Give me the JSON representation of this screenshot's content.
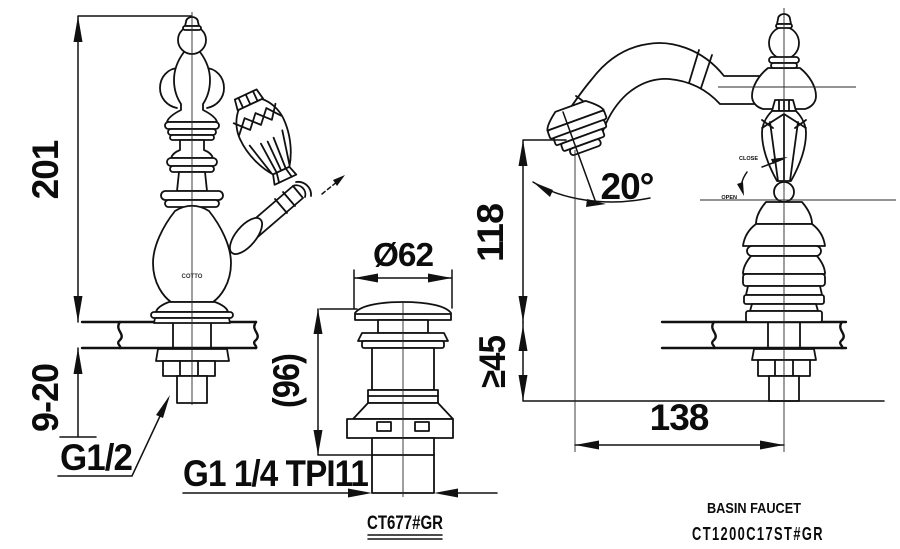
{
  "front_view": {
    "height_dim": "201",
    "deck_thickness_dim": "9-20",
    "inlet_thread_label": "G1/2",
    "brand_mark": "COTTO"
  },
  "drain_view": {
    "cap_diameter_dim": "Ø62",
    "body_height_dim": "(96)",
    "thread_label": "G1 1/4 TPI11",
    "model_code": "CT677#GR"
  },
  "side_view": {
    "spout_height_dim": "118",
    "spout_angle_dim": "20°",
    "min_clearance_dim": "≥45",
    "spout_reach_dim": "138",
    "close_label": "CLOSE",
    "open_label": "OPEN"
  },
  "footer": {
    "product_name": "BASIN FAUCET",
    "model_code": "CT1200C17ST#GR"
  },
  "colors": {
    "line": "#111111",
    "background": "#ffffff"
  }
}
